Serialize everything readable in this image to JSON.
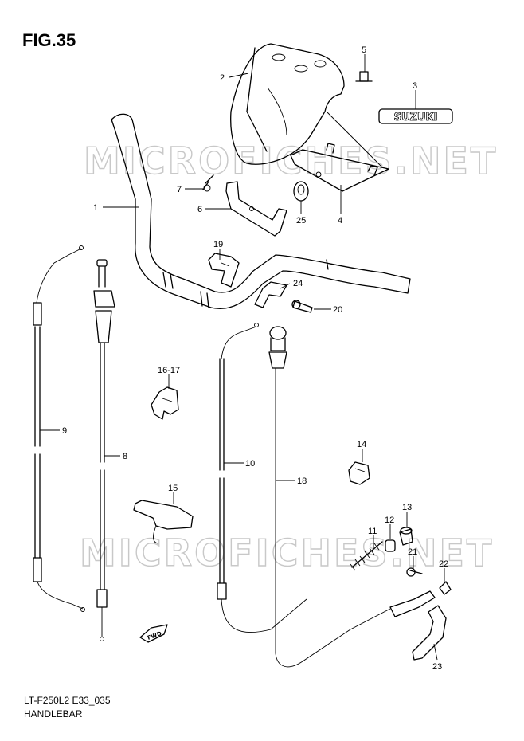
{
  "figure": {
    "title": "FIG.35"
  },
  "footer": {
    "code": "LT-F250L2 E33_035",
    "name": "HANDLEBAR"
  },
  "watermark": "MICROFICHES.NET",
  "emblem_text": "SUZUKI",
  "fwd_text": "FWD",
  "callouts": [
    "1",
    "2",
    "3",
    "4",
    "5",
    "6",
    "7",
    "8",
    "9",
    "10",
    "11",
    "12",
    "13",
    "14",
    "15",
    "16-17",
    "18",
    "19",
    "20",
    "21",
    "22",
    "23",
    "24",
    "25"
  ]
}
